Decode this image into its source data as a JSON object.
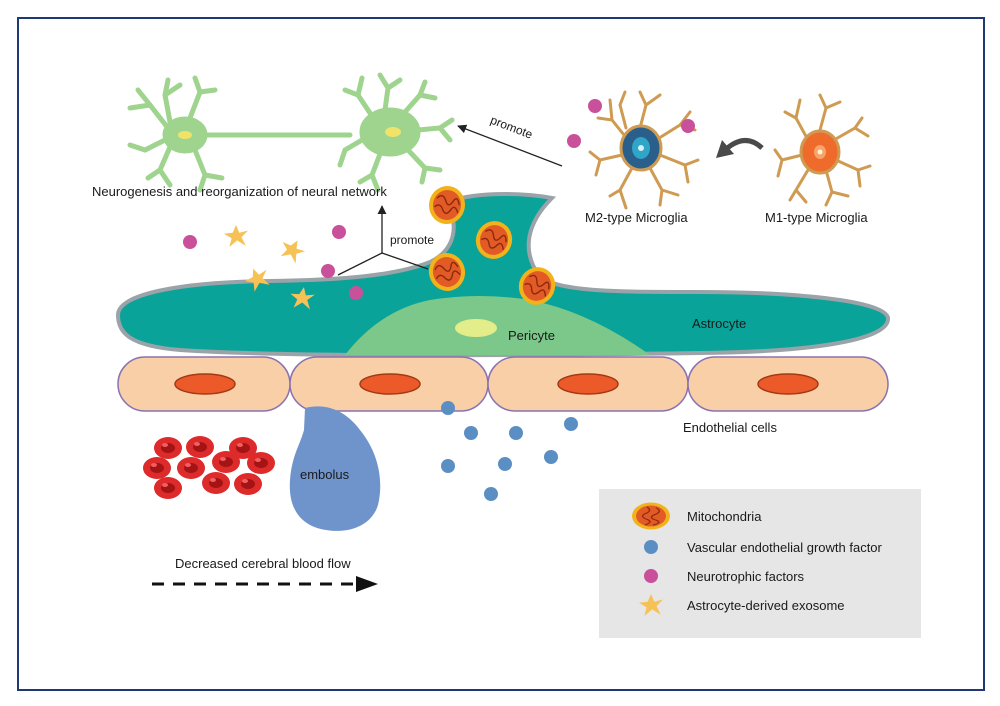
{
  "labels": {
    "neurogenesis": "Neurogenesis and reorganization of neural network",
    "promote_top": "promote",
    "promote_mid": "promote",
    "m2": "M2-type Microglia",
    "m1": "M1-type Microglia",
    "astrocyte": "Astrocyte",
    "pericyte": "Pericyte",
    "endothelial": "Endothelial cells",
    "embolus": "embolus",
    "blood_flow": "Decreased cerebral blood flow"
  },
  "legend": {
    "items": [
      {
        "label": "Mitochondria",
        "icon": "mitochondria-icon"
      },
      {
        "label": "Vascular endothelial growth factor",
        "icon": "vegf-dot-icon"
      },
      {
        "label": "Neurotrophic factors",
        "icon": "neurotrophic-dot-icon"
      },
      {
        "label": "Astrocyte-derived exosome",
        "icon": "exosome-icon"
      }
    ]
  },
  "colors": {
    "frame": "#1f3a73",
    "astrocyte": "#0aa39a",
    "astrocyte_outline": "#9aa3a8",
    "pericyte": "#7cc88a",
    "endothelial": "#f9cfa8",
    "nucleus": "#ec5a2a",
    "mitochondria": "#e25a25",
    "mito_ring": "#f2b21b",
    "neurotrophic": "#c9509a",
    "vegf": "#5b8fc4",
    "exosome": "#f6c155",
    "embolus": "#6f94cc",
    "red_cell": "#dd2a2a",
    "neuron": "#9ed48e",
    "microglia_branch": "#cf9a52",
    "microglia_m2_nucleus": "#2fa6c8",
    "microglia_m1_nucleus": "#ee6b2b",
    "legend_bg": "#e6e6e6"
  }
}
